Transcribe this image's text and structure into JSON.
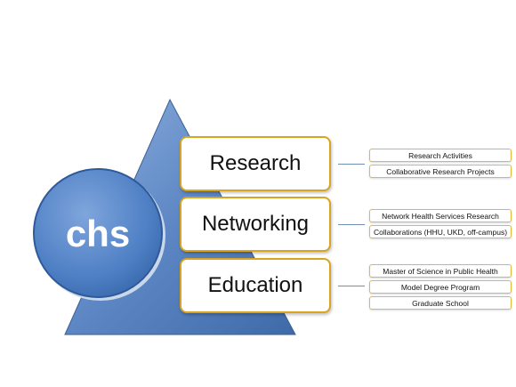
{
  "center": {
    "label": "chs"
  },
  "pillars": [
    {
      "label": "Research",
      "items": [
        "Research Activities",
        "Collaborative Research Projects"
      ]
    },
    {
      "label": "Networking",
      "items": [
        "Network  Health Services Research",
        "Collaborations (HHU, UKD, off-campus)"
      ]
    },
    {
      "label": "Education",
      "items": [
        "Master of Science in Public Health",
        "Model  Degree Program",
        "Graduate School"
      ]
    }
  ],
  "colors": {
    "triangle": "#5d87c4",
    "circle": "#4f80c5",
    "border": "#d9a520",
    "connector": "#6f8fb8"
  }
}
